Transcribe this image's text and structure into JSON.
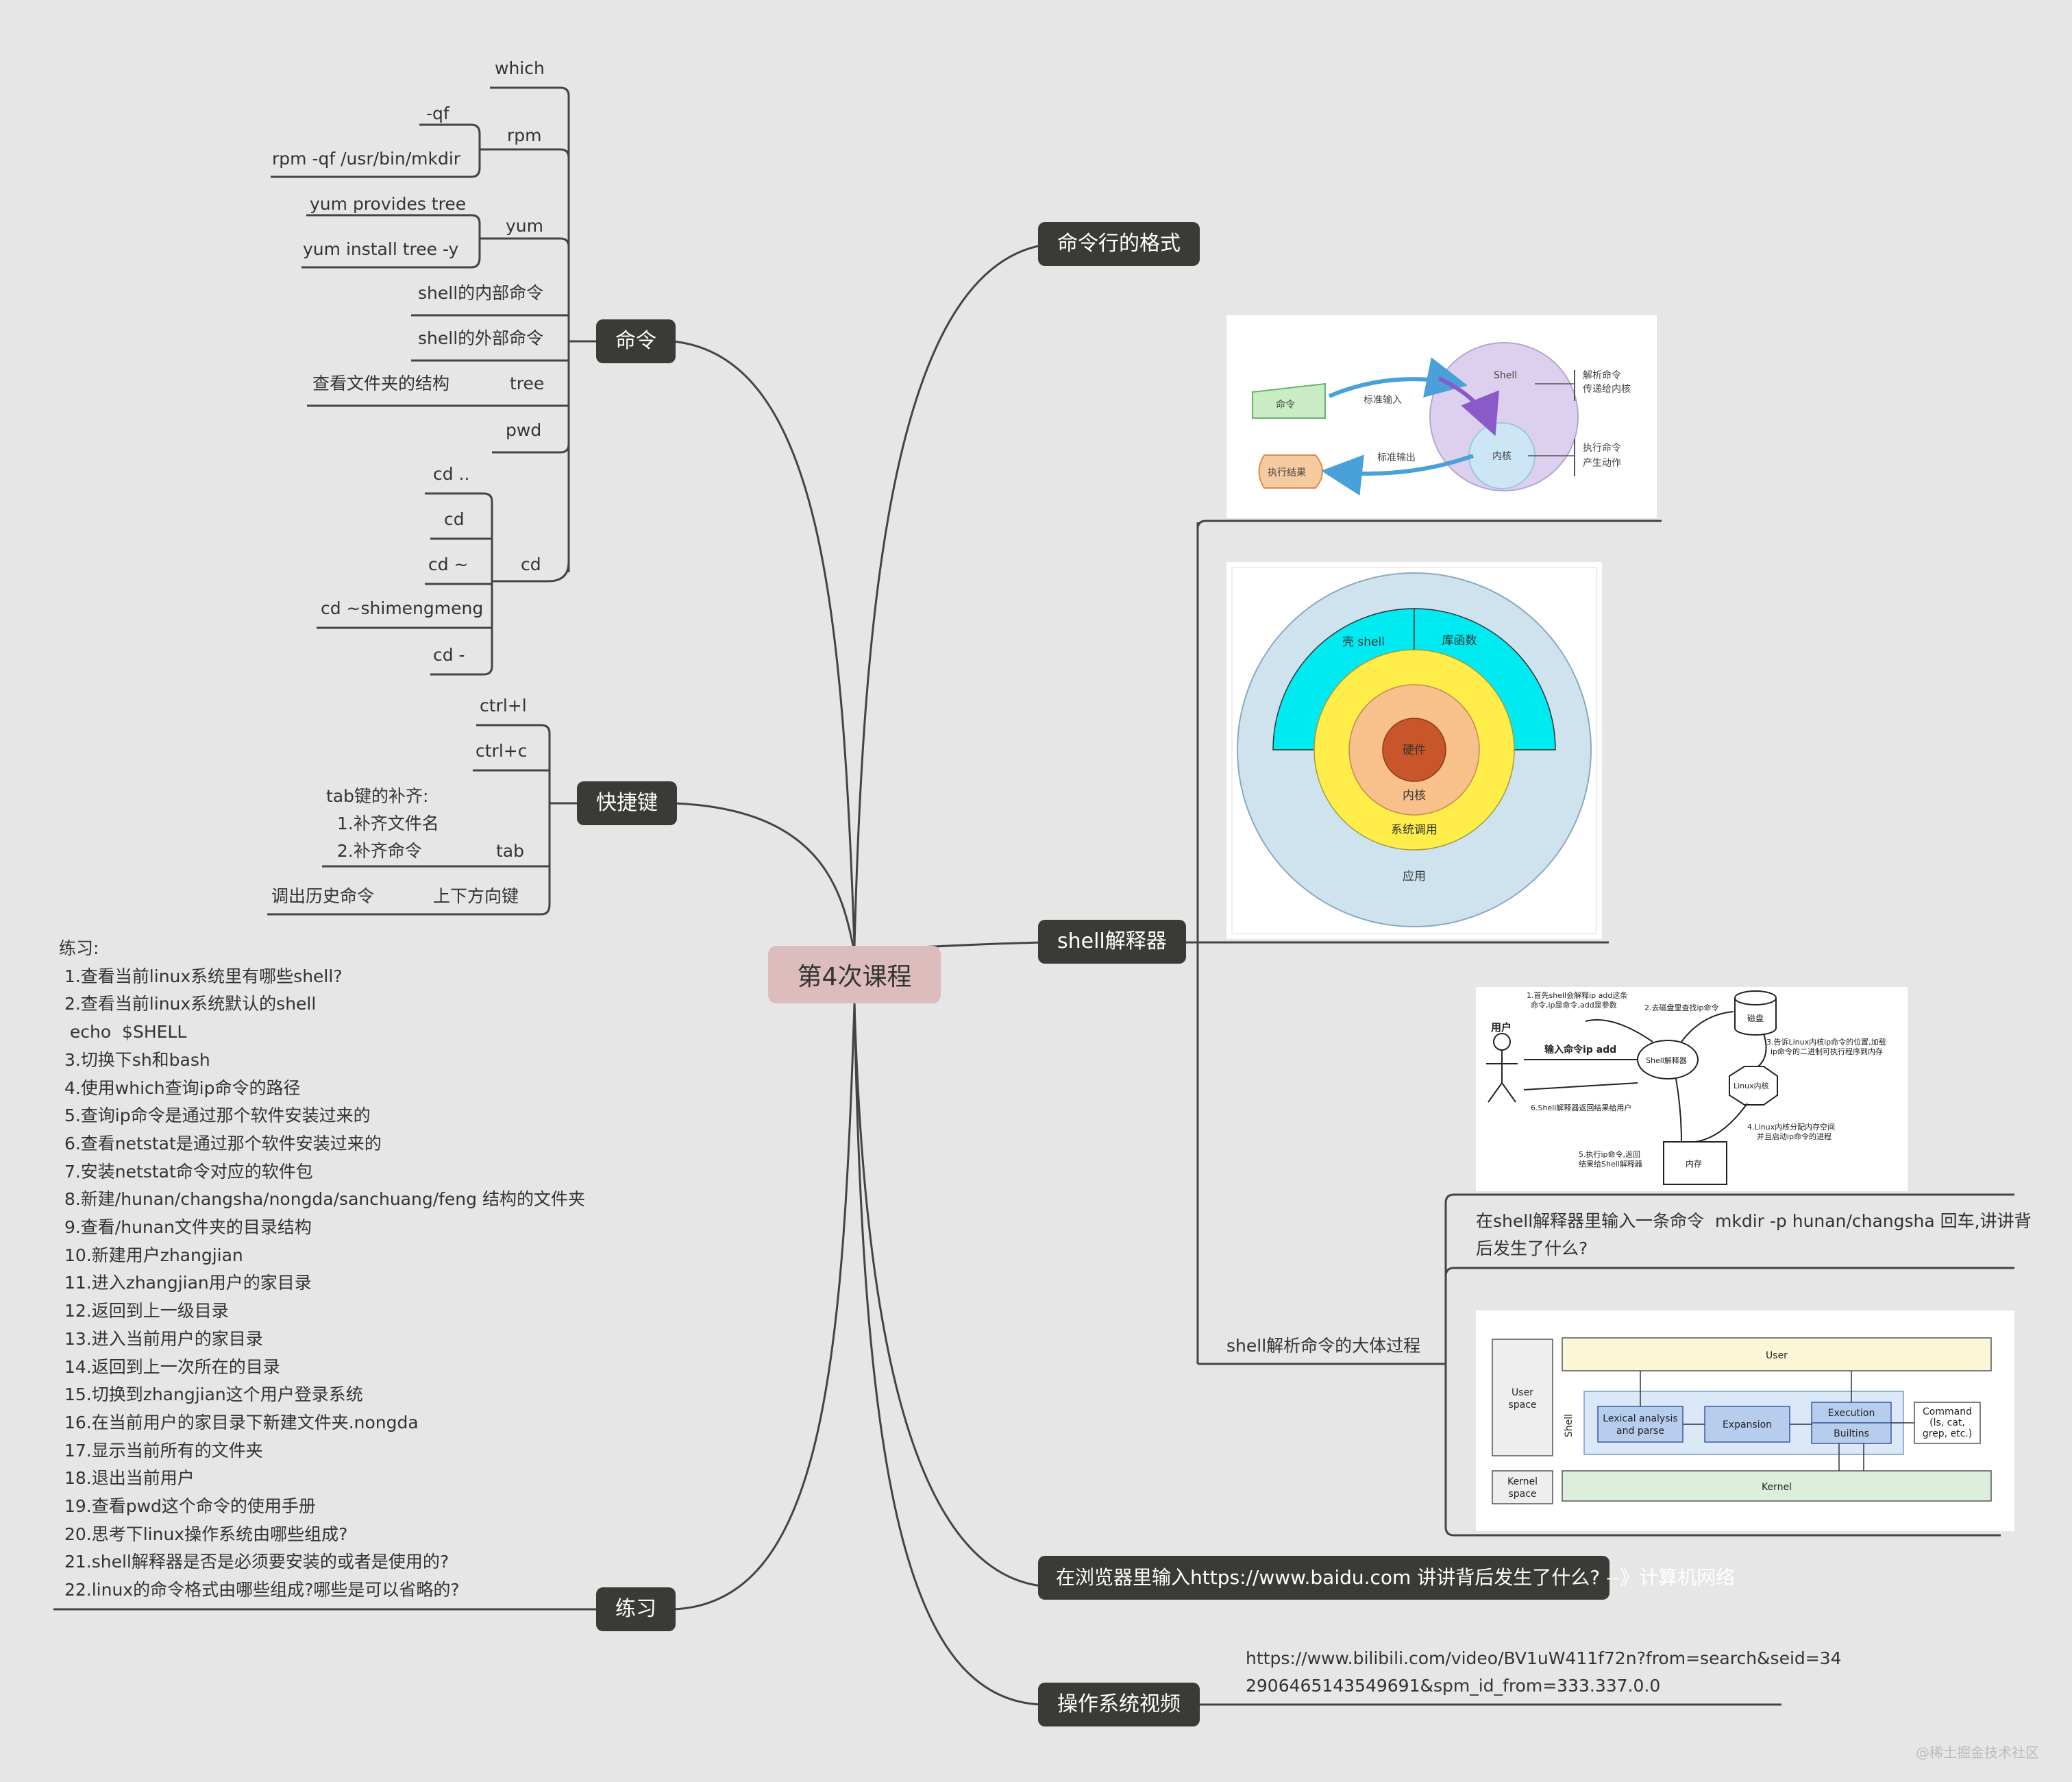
{
  "central": "第4次课程",
  "main": {
    "cmd": "命令",
    "shortcut": "快捷键",
    "exercise": "练习",
    "format": "命令行的格式",
    "shell": "shell解释器",
    "browser": "在浏览器里输入https://www.baidu.com 讲讲背后发生了什么?\n--》计算机网络",
    "video": "操作系统视频"
  },
  "cmd": {
    "which": "which",
    "rpm": "rpm",
    "rpm_qf": "-qf",
    "rpm_ex": "rpm  -qf /usr/bin/mkdir",
    "yum": "yum",
    "yum_provides": "yum provides tree",
    "yum_install": "yum  install tree  -y",
    "internal": "shell的内部命令",
    "external": "shell的外部命令",
    "tree": "tree",
    "tree_desc": "查看文件夹的结构",
    "pwd": "pwd",
    "cd": "cd",
    "cd_items": [
      "cd ..",
      "cd",
      "cd ~",
      "cd ~shimengmeng",
      "cd -"
    ]
  },
  "shortcut": {
    "ctrl_l": "ctrl+l",
    "ctrl_c": "ctrl+c",
    "tab": "tab",
    "tab_desc": "tab键的补齐:\n  1.补齐文件名\n  2.补齐命令",
    "updown": "上下方向键",
    "updown_desc": "调出历史命令"
  },
  "exercise_text": "练习:\n 1.查看当前linux系统里有哪些shell?\n 2.查看当前linux系统默认的shell\n  echo  $SHELL\n 3.切换下sh和bash\n 4.使用which查询ip命令的路径\n 5.查询ip命令是通过那个软件安装过来的\n 6.查看netstat是通过那个软件安装过来的\n 7.安装netstat命令对应的软件包\n 8.新建/hunan/changsha/nongda/sanchuang/feng 结构的文件夹\n 9.查看/hunan文件夹的目录结构\n 10.新建用户zhangjian\n 11.进入zhangjian用户的家目录\n 12.返回到上一级目录\n 13.进入当前用户的家目录\n 14.返回到上一次所在的目录\n 15.切换到zhangjian这个用户登录系统\n 16.在当前用户的家目录下新建文件夹.nongda\n 17.显示当前所有的文件夹\n 18.退出当前用户\n 19.查看pwd这个命令的使用手册\n 20.思考下linux操作系统由哪些组成?\n 21.shell解释器是否是必须要安装的或者是使用的?\n 22.linux的命令格式由哪些组成?哪些是可以省略的?",
  "shell": {
    "question": "在shell解释器里输入一条命令  mkdir -p hunan/changsha 回车,讲讲背\n后发生了什么?",
    "process": "shell解析命令的大体过程"
  },
  "video_url": "https://www.bilibili.com/video/BV1uW411f72n?from=search&seid=34\n2906465143549691&spm_id_from=333.337.0.0",
  "img1": {
    "cmd": "命令",
    "in": "标准输入",
    "out": "标准输出",
    "result": "执行结果",
    "shell": "Shell",
    "kernel": "内核",
    "r1": "解析命令",
    "r2": "传递给内核",
    "r3": "执行命令",
    "r4": "产生动作"
  },
  "img2": {
    "shell": "壳 shell",
    "lib": "库函数",
    "hw": "硬件",
    "kernel": "内核",
    "syscall": "系统调用",
    "app": "应用"
  },
  "img3": {
    "user": "用户",
    "input": "输入命令ip add",
    "shell": "Shell解释器",
    "disk": "磁盘",
    "kernel": "Linux内核",
    "mem": "内存",
    "s1": "1.首先shell会解释ip add这条",
    "s1b": "命令,ip是命令,add是参数",
    "s2": "2.去磁盘里查找ip命令",
    "s3": "3.告诉Linux内核ip命令的位置,加载",
    "s3b": "ip命令的二进制可执行程序到内存",
    "s4": "4.Linux内核分配内存空间",
    "s4b": "并且启动ip命令的进程",
    "s5": "5.执行ip命令,返回",
    "s5b": "结果给Shell解释器",
    "s6": "6.Shell解释器返回结果给用户"
  },
  "img4": {
    "user": "User",
    "userspace": "User\nspace",
    "shell": "Shell",
    "lex": "Lexical analysis\nand parse",
    "exp": "Expansion",
    "exec": "Execution",
    "builtins": "Builtins",
    "command": "Command\n(ls, cat,\ngrep, etc.)",
    "kernelspace": "Kernel\nspace",
    "kernel": "Kernel"
  },
  "watermark": "@稀土掘金技术社区"
}
